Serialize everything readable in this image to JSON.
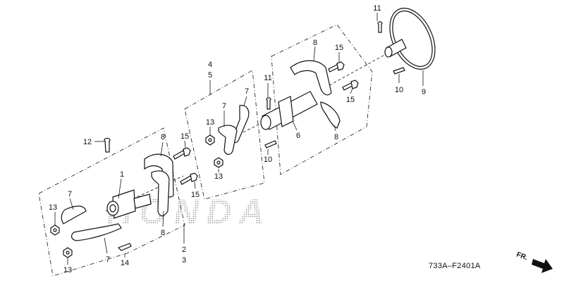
{
  "watermark": "HONDA",
  "diagram_code": "733A–F2401A",
  "direction_label": "FR.",
  "callouts": {
    "c1": "1",
    "c2": "2",
    "c3": "3",
    "c4": "4",
    "c5": "5",
    "c6": "6",
    "c7a": "7",
    "c7b": "7",
    "c7c": "7",
    "c7d": "7",
    "c8a": "8",
    "c8b": "8",
    "c8c": "8",
    "c8d": "8",
    "c9": "9",
    "c10a": "10",
    "c10b": "10",
    "c11a": "11",
    "c11b": "11",
    "c12": "12",
    "c13a": "13",
    "c13b": "13",
    "c13c": "13",
    "c13d": "13",
    "c14": "14",
    "c15a": "15",
    "c15b": "15",
    "c15c": "15",
    "c15d": "15"
  },
  "colors": {
    "ink": "#111111",
    "watermark": "#bdbdbd",
    "paper": "#ffffff"
  }
}
